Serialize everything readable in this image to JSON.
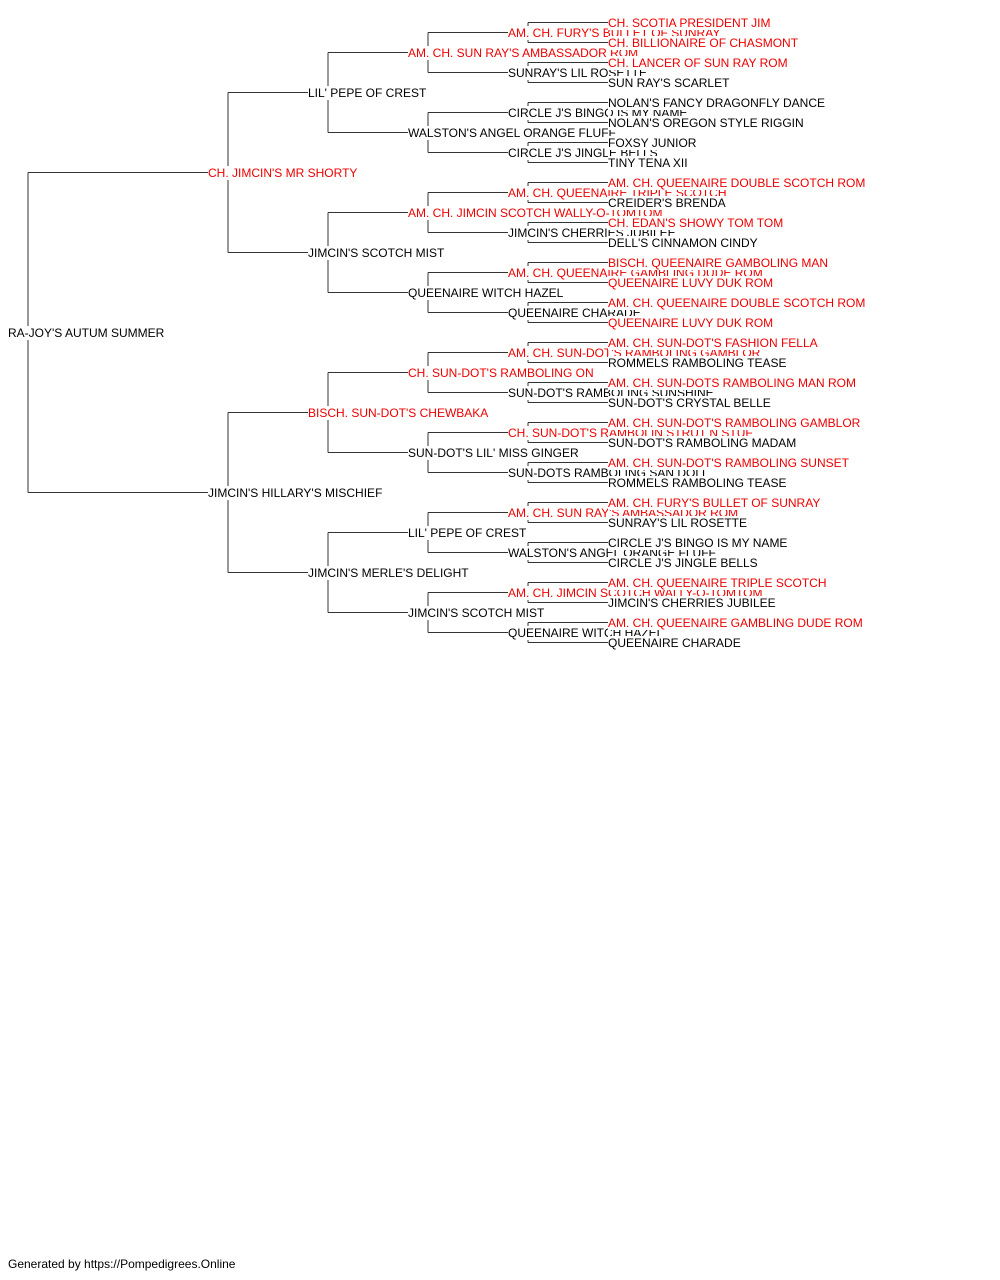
{
  "pedigree": {
    "subject": {
      "name": "RA-JOY'S AUTUM SUMMER",
      "champion": false
    },
    "sire": {
      "name": "CH. JIMCIN'S MR SHORTY",
      "champion": true
    },
    "dam": {
      "name": "JIMCIN'S HILLARY'S MISCHIEF",
      "champion": false
    },
    "generation2": [
      {
        "name": "LIL' PEPE OF CREST",
        "champion": false
      },
      {
        "name": "JIMCIN'S SCOTCH MIST",
        "champion": false
      },
      {
        "name": "BISCH. SUN-DOT'S CHEWBAKA",
        "champion": true
      },
      {
        "name": "JIMCIN'S MERLE'S DELIGHT",
        "champion": false
      }
    ],
    "generation3": [
      {
        "name": "AM. CH. SUN RAY'S AMBASSADOR ROM",
        "champion": true
      },
      {
        "name": "WALSTON'S ANGEL ORANGE FLUFF",
        "champion": false
      },
      {
        "name": "AM. CH. JIMCIN SCOTCH WALLY-O-TOMTOM",
        "champion": true
      },
      {
        "name": "QUEENAIRE WITCH HAZEL",
        "champion": false
      },
      {
        "name": "CH. SUN-DOT'S RAMBOLING ON",
        "champion": true
      },
      {
        "name": "SUN-DOT'S LIL' MISS GINGER",
        "champion": false
      },
      {
        "name": "LIL' PEPE OF CREST",
        "champion": false
      },
      {
        "name": "JIMCIN'S SCOTCH MIST",
        "champion": false
      }
    ],
    "generation4": [
      {
        "name": "AM. CH. FURY'S BULLET OF SUNRAY",
        "champion": true
      },
      {
        "name": "SUNRAY'S LIL ROSETTE",
        "champion": false
      },
      {
        "name": "CIRCLE J'S BINGO IS MY NAME",
        "champion": false
      },
      {
        "name": "CIRCLE J'S JINGLE BELLS",
        "champion": false
      },
      {
        "name": "AM. CH. QUEENAIRE TRIPLE SCOTCH",
        "champion": true
      },
      {
        "name": "JIMCIN'S CHERRIES JUBILEE",
        "champion": false
      },
      {
        "name": "AM. CH. QUEENAIRE GAMBLING DUDE ROM",
        "champion": true
      },
      {
        "name": "QUEENAIRE CHARADE",
        "champion": false
      },
      {
        "name": "AM. CH. SUN-DOT'S RAMBOLING GAMBLOR",
        "champion": true
      },
      {
        "name": "SUN-DOT'S RAMBOLING SUNSHINE",
        "champion": false
      },
      {
        "name": "CH. SUN-DOT'S RAMBOLIN STRUT N STUF",
        "champion": true
      },
      {
        "name": "SUN-DOTS RAMBOLING SAN DOLL",
        "champion": false
      },
      {
        "name": "AM. CH. SUN RAY'S AMBASSADOR ROM",
        "champion": true
      },
      {
        "name": "WALSTON'S ANGEL ORANGE FLUFF",
        "champion": false
      },
      {
        "name": "AM. CH. JIMCIN SCOTCH WALLY-O-TOMTOM",
        "champion": true
      },
      {
        "name": "QUEENAIRE WITCH HAZEL",
        "champion": false
      }
    ],
    "generation5": [
      {
        "name": "CH. SCOTIA PRESIDENT JIM",
        "champion": true
      },
      {
        "name": "CH. BILLIONAIRE OF CHASMONT",
        "champion": true
      },
      {
        "name": "CH. LANCER OF SUN RAY ROM",
        "champion": true
      },
      {
        "name": "SUN RAY'S SCARLET",
        "champion": false
      },
      {
        "name": "NOLAN'S FANCY DRAGONFLY DANCE",
        "champion": false
      },
      {
        "name": "NOLAN'S OREGON STYLE RIGGIN",
        "champion": false
      },
      {
        "name": "FOXSY JUNIOR",
        "champion": false
      },
      {
        "name": "TINY TENA XII",
        "champion": false
      },
      {
        "name": "AM. CH. QUEENAIRE DOUBLE SCOTCH ROM",
        "champion": true
      },
      {
        "name": "CREIDER'S BRENDA",
        "champion": false
      },
      {
        "name": "CH. EDAN'S SHOWY TOM TOM",
        "champion": true
      },
      {
        "name": "DELL'S CINNAMON CINDY",
        "champion": false
      },
      {
        "name": "BISCH. QUEENAIRE GAMBOLING MAN",
        "champion": true
      },
      {
        "name": "QUEENAIRE LUVY DUK ROM",
        "champion": true
      },
      {
        "name": "AM. CH. QUEENAIRE DOUBLE SCOTCH ROM",
        "champion": true
      },
      {
        "name": "QUEENAIRE LUVY DUK ROM",
        "champion": true
      },
      {
        "name": "AM. CH. SUN-DOT'S FASHION FELLA",
        "champion": true
      },
      {
        "name": "ROMMELS RAMBOLING TEASE",
        "champion": false
      },
      {
        "name": "AM. CH. SUN-DOTS RAMBOLING MAN ROM",
        "champion": true
      },
      {
        "name": "SUN-DOT'S CRYSTAL BELLE",
        "champion": false
      },
      {
        "name": "AM. CH. SUN-DOT'S RAMBOLING GAMBLOR",
        "champion": true
      },
      {
        "name": "SUN-DOT'S RAMBOLING MADAM",
        "champion": false
      },
      {
        "name": "AM. CH. SUN-DOT'S RAMBOLING SUNSET",
        "champion": true
      },
      {
        "name": "ROMMELS RAMBOLING TEASE",
        "champion": false
      },
      {
        "name": "AM. CH. FURY'S BULLET OF SUNRAY",
        "champion": true
      },
      {
        "name": "SUNRAY'S LIL ROSETTE",
        "champion": false
      },
      {
        "name": "CIRCLE J'S BINGO IS MY NAME",
        "champion": false
      },
      {
        "name": "CIRCLE J'S JINGLE BELLS",
        "champion": false
      },
      {
        "name": "AM. CH. QUEENAIRE TRIPLE SCOTCH",
        "champion": true
      },
      {
        "name": "JIMCIN'S CHERRIES JUBILEE",
        "champion": false
      },
      {
        "name": "AM. CH. QUEENAIRE GAMBLING DUDE ROM",
        "champion": true
      },
      {
        "name": "QUEENAIRE CHARADE",
        "champion": false
      }
    ]
  },
  "footer": "Generated by https://Pompedigrees.Online",
  "colors": {
    "champion": "#ee0000",
    "normal": "#000000",
    "line": "#333333"
  }
}
